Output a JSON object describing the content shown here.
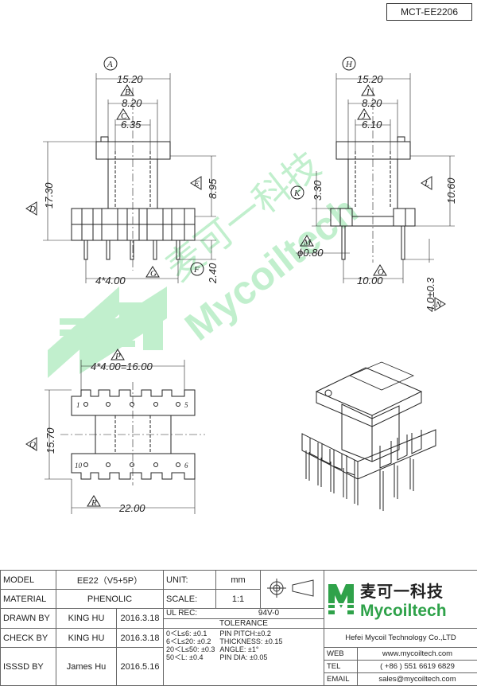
{
  "drawing_code": "MCT-EE2206",
  "views": {
    "front": {
      "ref_A": "A",
      "ref_B": "B",
      "ref_C": "C",
      "ref_D": "D",
      "ref_E": "E",
      "ref_F": "F",
      "ref_G": "G",
      "dim_width": "15.20",
      "dim_inner": "8.20",
      "dim_core": "6.35",
      "dim_height": "17.30",
      "dim_upper": "8.95",
      "dim_pin_len": "2.40",
      "dim_pin_pitch": "4*4.00"
    },
    "side": {
      "ref_H": "H",
      "ref_I": "I",
      "ref_J": "J",
      "ref_K": "K",
      "ref_L": "L",
      "ref_M": "M",
      "ref_O": "O",
      "ref_N": "N",
      "dim_width": "15.20",
      "dim_inner": "8.20",
      "dim_core": "6.10",
      "dim_height": "10.60",
      "dim_flange": "3.30",
      "dim_pin_dia": "ϕ0.80",
      "dim_row_span": "10.00",
      "dim_pin_len": "4.0±0.3"
    },
    "bottom": {
      "ref_P": "P",
      "ref_Q": "Q",
      "ref_R": "R",
      "dim_pitch": "4*4.00=16.00",
      "dim_height": "15.70",
      "dim_width": "22.00",
      "pin_1": "1",
      "pin_5": "5",
      "pin_10": "10",
      "pin_6": "6"
    }
  },
  "watermark": {
    "zh": "麦可一科技",
    "en": "Mycoiltech"
  },
  "title_block": {
    "model_label": "MODEL",
    "model_value": "EE22（V5+5P）",
    "material_label": "MATERIAL",
    "material_value": "PHENOLIC",
    "drawn_label": "DRAWN BY",
    "drawn_name": "KING HU",
    "drawn_date": "2016.3.18",
    "check_label": "CHECK BY",
    "check_name": "KING HU",
    "check_date": "2016.3.18",
    "issued_label": "ISSSD BY",
    "issued_name": "James Hu",
    "issued_date": "2016.5.16",
    "unit_label": "UNIT:",
    "unit_value": "mm",
    "scale_label": "SCALE:",
    "scale_value": "1:1",
    "ul_label": "UL REC:",
    "ul_value": "94V-0",
    "tolerance_title": "TOLERANCE",
    "tol_1": "0＜L≤6:  ±0.1",
    "tol_2": "6＜L≤20:  ±0.2",
    "tol_3": "20＜L≤50:  ±0.3",
    "tol_4": "50＜L:  ±0.4",
    "tol_5": "PIN PITCH:±0.2",
    "tol_6": "THICKNESS:  ±0.15",
    "tol_7": "ANGLE:  ±1°",
    "tol_8": "PIN DIA:  ±0.05",
    "company_zh": "麦可一科技",
    "company_en": "Mycoiltech",
    "company_full": "Hefei Mycoil Technology Co.,LTD",
    "web_label": "WEB",
    "web_value": "www.mycoiltech.com",
    "tel_label": "TEL",
    "tel_value": "( +86 ) 551 6619 6829",
    "email_label": "EMAIL",
    "email_value": "sales@mycoiltech.com"
  }
}
